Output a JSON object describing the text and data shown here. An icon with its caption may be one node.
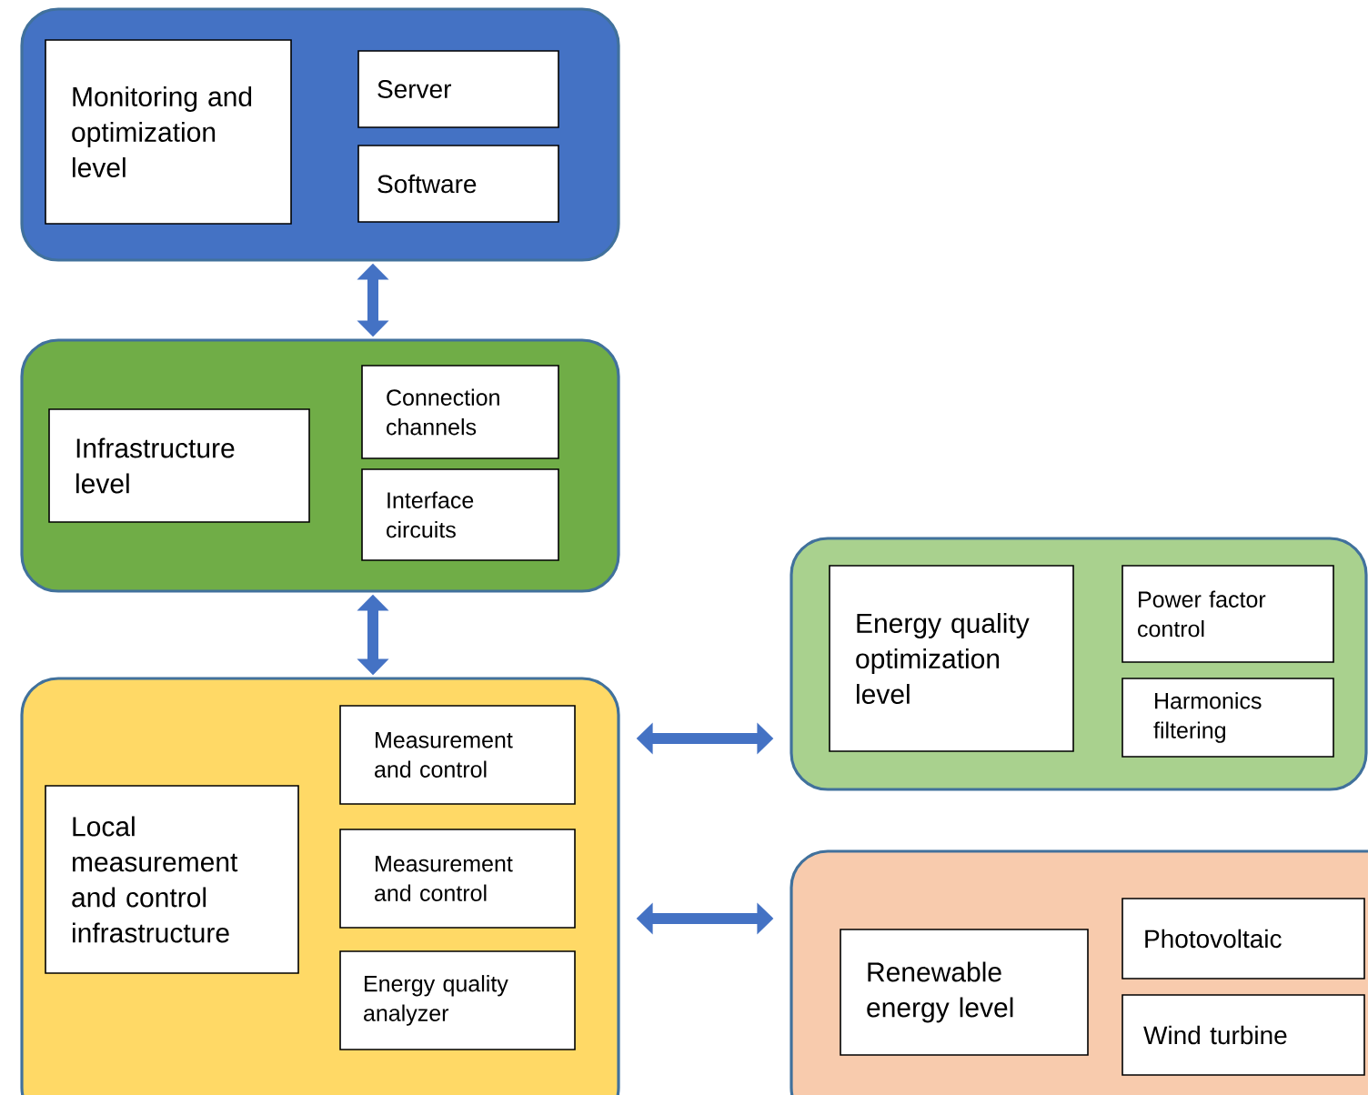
{
  "diagram": {
    "nodes": [
      {
        "text": [],
        "shape": "box"
      },
      {
        "text": [
          "Monitoring and optimization level"
        ],
        "in": 0
      },
      {
        "text": [
          "Server"
        ],
        "in": 0
      },
      {
        "text": [
          "Software"
        ],
        "in": 0
      },
      {
        "text": [],
        "shape": "box"
      },
      {
        "text": [
          "Infrastructure level"
        ],
        "in": 4
      },
      {
        "text": [
          "Connection channels"
        ],
        "in": 4
      },
      {
        "text": [
          "Interface circuits"
        ],
        "in": 4
      },
      {
        "text": [],
        "shape": "box"
      },
      {
        "text": [
          "Local measurement and control infrastructure"
        ],
        "in": 8
      },
      {
        "text": [
          "Measurement and control"
        ],
        "in": 8
      },
      {
        "text": [
          "Measurement and control"
        ],
        "in": 8
      },
      {
        "text": [
          "Energy quality analyzer"
        ],
        "in": 8
      },
      {
        "text": [],
        "shape": "box"
      },
      {
        "text": [
          "Energy quality optimization level"
        ],
        "in": 13
      },
      {
        "text": [
          "Power factor control"
        ],
        "in": 13
      },
      {
        "text": [
          "Harmonics filtering"
        ],
        "in": 13
      },
      {
        "text": [],
        "shape": "box"
      },
      {
        "text": [
          "Renewable energy level"
        ],
        "in": 17
      },
      {
        "text": [
          "Photovoltaic"
        ],
        "in": 17
      },
      {
        "text": [
          "Wind turbine"
        ],
        "in": 17
      }
    ],
    "edges": [
      {
        "from": 0,
        "to": 4,
        "arrow": "both"
      },
      {
        "from": 4,
        "to": 8,
        "arrow": "both"
      },
      {
        "from": 8,
        "to": 13,
        "arrow": "both"
      },
      {
        "from": 8,
        "to": 17,
        "arrow": "both"
      }
    ]
  }
}
